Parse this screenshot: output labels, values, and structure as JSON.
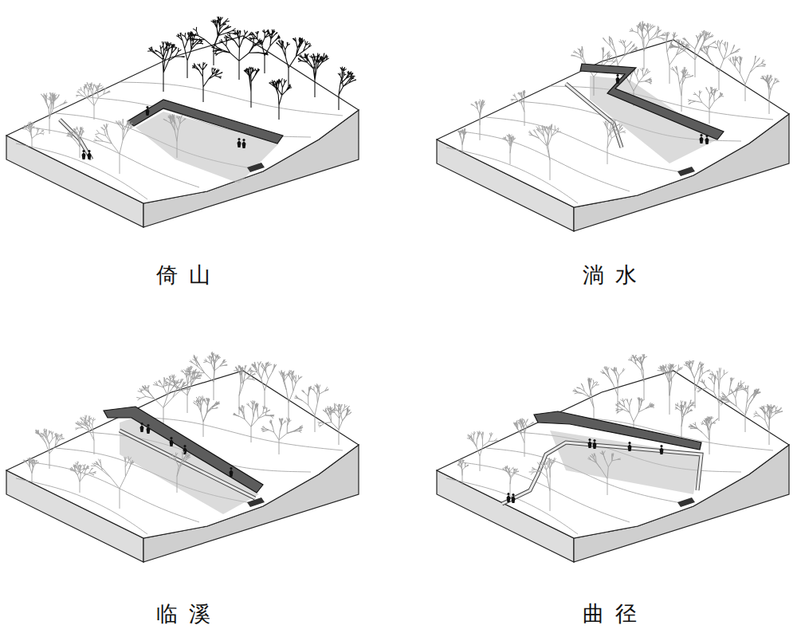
{
  "diagram": {
    "labels": [
      "倚山",
      "淌水",
      "临溪",
      "曲径"
    ]
  }
}
